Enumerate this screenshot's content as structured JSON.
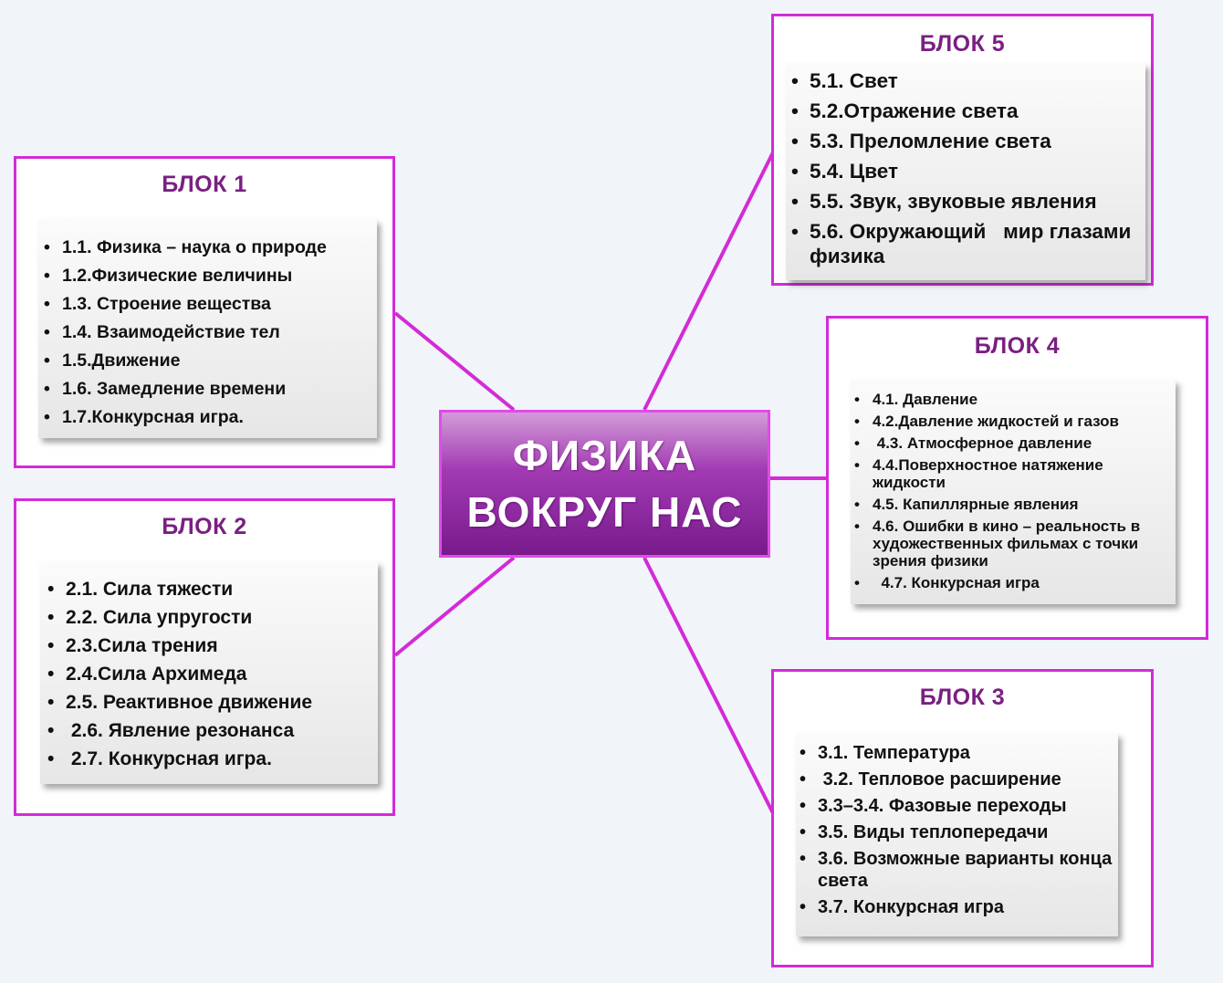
{
  "center": {
    "line1": "ФИЗИКА",
    "line2": "ВОКРУГ НАС"
  },
  "blocks": {
    "b1": {
      "title": "БЛОК 1",
      "items": [
        "1.1. Физика – наука о природе",
        "1.2.Физические величины",
        "1.3. Строение вещества",
        "1.4. Взаимодействие тел",
        "1.5.Движение",
        "1.6. Замедление времени",
        "1.7.Конкурсная игра."
      ]
    },
    "b2": {
      "title": "БЛОК 2",
      "items": [
        "2.1. Сила тяжести",
        "2.2. Сила упругости",
        "2.3.Сила трения",
        "2.4.Сила Архимеда",
        "2.5. Реактивное движение",
        " 2.6. Явление резонанса",
        " 2.7. Конкурсная игра."
      ]
    },
    "b3": {
      "title": "БЛОК 3",
      "items": [
        "3.1. Температура",
        " 3.2. Тепловое расширение",
        "3.3–3.4. Фазовые переходы",
        "3.5. Виды теплопередачи",
        "3.6. Возможные варианты конца света",
        "3.7. Конкурсная игра"
      ]
    },
    "b4": {
      "title": "БЛОК 4",
      "items": [
        "4.1. Давление",
        "4.2.Давление жидкостей и газов",
        " 4.3. Атмосферное давление",
        "4.4.Поверхностное натяжение жидкости",
        "4.5. Капиллярные явления",
        "4.6. Ошибки в кино – реальность в художественных фильмах с точки зрения физики",
        "  4.7. Конкурсная игра"
      ]
    },
    "b5": {
      "title": "БЛОК 5",
      "items": [
        "5.1. Свет",
        "5.2.Отражение света",
        "5.3. Преломление света",
        "5.4. Цвет",
        "5.5. Звук, звуковые явления",
        "5.6. Окружающий   мир глазами физика"
      ]
    }
  },
  "bullet": "•",
  "colors": {
    "border": "#d42ad8",
    "title": "#7a1f82",
    "center_top": "#d39bd8",
    "center_bottom": "#781a8c",
    "connector": "#d42ad8"
  }
}
